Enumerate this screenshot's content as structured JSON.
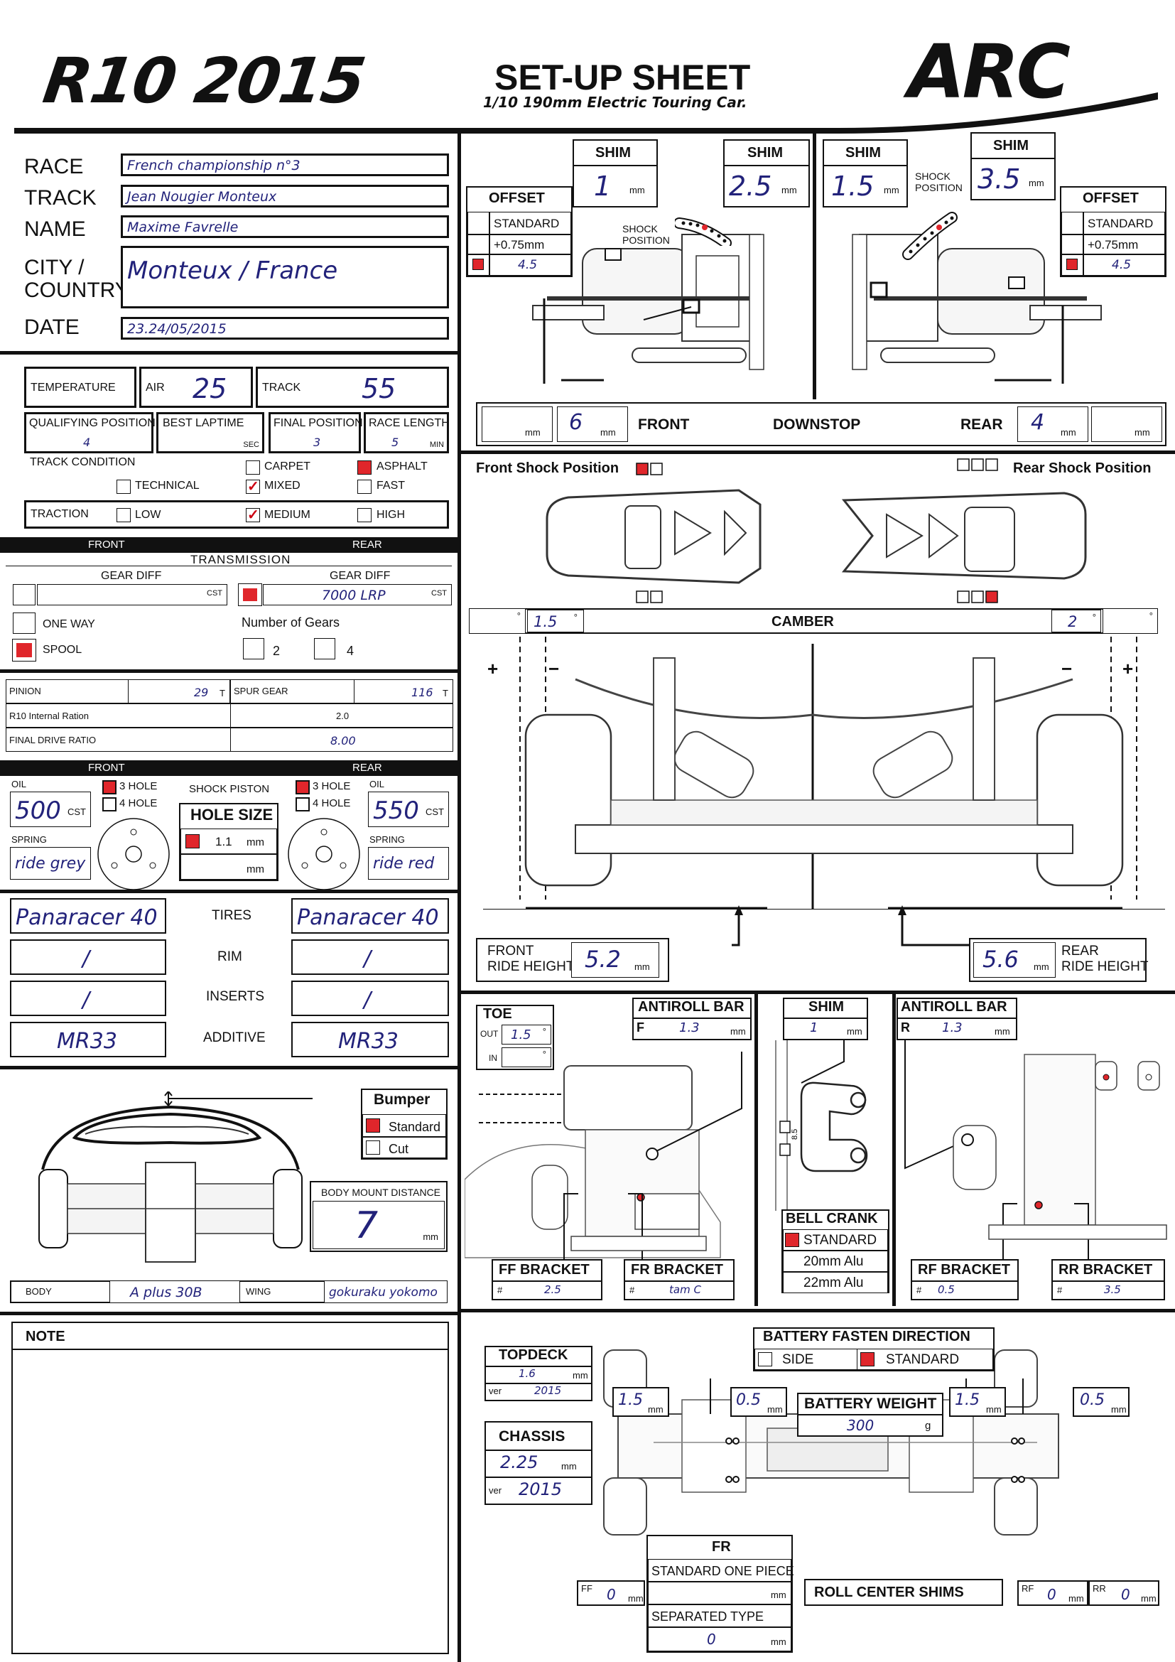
{
  "header": {
    "model": "R10 2015",
    "sheet_title": "SET-UP SHEET",
    "subtitle": "1/10 190mm Electric Touring Car.",
    "brand": "ARC"
  },
  "event": {
    "race_label": "RACE",
    "race": "French championship n°3",
    "track_label": "TRACK",
    "track": "Jean Nougier Monteux",
    "name_label": "NAME",
    "name": "Maxime Favrelle",
    "city_label_1": "CITY /",
    "city_label_2": "COUNTRY",
    "city": "Monteux / France",
    "date_label": "DATE",
    "date": "23.24/05/2015"
  },
  "conditions": {
    "temperature_label": "TEMPERATURE",
    "air_label": "AIR",
    "air": "25",
    "track_label": "TRACK",
    "track": "55",
    "qualifying_label": "QUALIFYING POSITION",
    "qualifying": "4",
    "best_lap_label": "BEST LAPTIME",
    "best_lap_unit": "SEC",
    "final_label": "FINAL POSITION",
    "final": "3",
    "race_length_label": "RACE LENGTH",
    "race_length": "5",
    "race_length_unit": "MIN",
    "track_condition_label": "TRACK CONDITION",
    "carpet": "CARPET",
    "asphalt": "ASPHALT",
    "technical": "TECHNICAL",
    "mixed": "MIXED",
    "fast": "FAST",
    "traction_label": "TRACTION",
    "low": "LOW",
    "medium": "MEDIUM",
    "high": "HIGH"
  },
  "transmission": {
    "front": "FRONT",
    "rear": "REAR",
    "title": "TRANSMISSION",
    "gear_diff_front": "GEAR DIFF",
    "gear_diff_rear": "GEAR DIFF",
    "cst": "CST",
    "rear_diff": "7000 LRP",
    "one_way": "ONE WAY",
    "spool": "SPOOL",
    "num_gears": "Number of Gears",
    "g2": "2",
    "g4": "4"
  },
  "gearing": {
    "pinion_label": "PINION",
    "pinion": "29",
    "t": "T",
    "spur_label": "SPUR GEAR",
    "spur": "116",
    "internal_label": "R10 Internal Ration",
    "internal": "2.0",
    "fdr_label": "FINAL DRIVE RATIO",
    "fdr": "8.00"
  },
  "shocks": {
    "front": "FRONT",
    "rear": "REAR",
    "oil": "OIL",
    "front_oil": "500",
    "rear_oil": "550",
    "cst": "CST",
    "hole3": "3 HOLE",
    "hole4": "4 HOLE",
    "piston_label": "SHOCK PISTON",
    "hole_size_label": "HOLE SIZE",
    "hole_size": "1.1",
    "mm": "mm",
    "spring": "SPRING",
    "front_spring": "ride grey",
    "rear_spring": "ride red"
  },
  "tires": {
    "tires_label": "TIRES",
    "rim_label": "RIM",
    "inserts_label": "INSERTS",
    "additive_label": "ADDITIVE",
    "front_tire": "Panaracer 40",
    "rear_tire": "Panaracer 40",
    "front_rim": "/",
    "rear_rim": "/",
    "front_inserts": "/",
    "rear_inserts": "/",
    "front_add": "MR33",
    "rear_add": "MR33"
  },
  "body": {
    "bumper_label": "Bumper",
    "standard": "Standard",
    "cut": "Cut",
    "mount_label": "BODY MOUNT DISTANCE",
    "mount": "7",
    "mm": "mm",
    "body_label": "BODY",
    "body": "A plus 30B",
    "wing_label": "WING",
    "wing": "gokuraku yokomo"
  },
  "note": {
    "label": "NOTE"
  },
  "suspension": {
    "shim": "SHIM",
    "front_shim_1": "1",
    "front_shim_2": "2.5",
    "rear_shim_1": "1.5",
    "rear_shim_2": "3.5",
    "mm": "mm",
    "offset": "OFFSET",
    "standard": "STANDARD",
    "plus075": "+0.75mm",
    "front_offset": "4.5",
    "rear_offset": "4.5",
    "shock_position": "SHOCK\nPOSITION",
    "front_label": "FRONT",
    "downstop_label": "DOWNSTOP",
    "rear_label": "REAR",
    "front_downstop": "6",
    "rear_downstop": "4"
  },
  "shock_pos": {
    "front": "Front Shock Position",
    "rear": "Rear Shock Position"
  },
  "camber": {
    "label": "CAMBER",
    "front": "1.5",
    "rear": "2",
    "deg": "°",
    "plus": "+",
    "minus": "−"
  },
  "ride_height": {
    "front_label_1": "FRONT",
    "front_label_2": "RIDE HEIGHT",
    "front": "5.2",
    "rear_label_1": "REAR",
    "rear_label_2": "RIDE HEIGHT",
    "rear": "5.6",
    "mm": "mm"
  },
  "toe": {
    "label": "TOE",
    "out_label": "OUT",
    "out": "1.5",
    "in_label": "IN",
    "deg": "°"
  },
  "antiroll": {
    "label": "ANTIROLL BAR",
    "f": "F",
    "front": "1.3",
    "r": "R",
    "rear": "1.3",
    "mm": "mm"
  },
  "bellcrank": {
    "shim_label": "SHIM",
    "shim": "1",
    "mm": "mm",
    "label": "BELL CRANK",
    "standard": "STANDARD",
    "alu20": "20mm Alu",
    "alu22": "22mm Alu",
    "dim": "8.5"
  },
  "brackets": {
    "ff": "FF BRACKET",
    "ff_val": "2.5",
    "fr": "FR BRACKET",
    "fr_val": "tam C",
    "rf": "RF BRACKET",
    "rf_val": "0.5",
    "rr": "RR BRACKET",
    "rr_val": "3.5",
    "hash": "#"
  },
  "chassis": {
    "topdeck_label": "TOPDECK",
    "topdeck": "1.6",
    "topdeck_ver": "2015",
    "chassis_label": "CHASSIS",
    "chassis": "2.25",
    "chassis_ver": "2015",
    "ver": "ver",
    "mm": "mm"
  },
  "battery": {
    "fasten_label": "BATTERY FASTEN DIRECTION",
    "side": "SIDE",
    "standard": "STANDARD",
    "weight_label": "BATTERY WEIGHT",
    "weight": "300",
    "g": "g",
    "s1": "1.5",
    "s2": "0.5",
    "s3": "1.5",
    "s4": "0.5"
  },
  "rollcenter": {
    "fr_label": "FR",
    "one_piece": "STANDARD ONE PIECE",
    "separated": "SEPARATED TYPE",
    "separated_val": "0",
    "label": "ROLL CENTER SHIMS",
    "ff": "FF",
    "ff_val": "0",
    "rf": "RF",
    "rf_val": "0",
    "rr": "RR",
    "rr_val": "0"
  }
}
